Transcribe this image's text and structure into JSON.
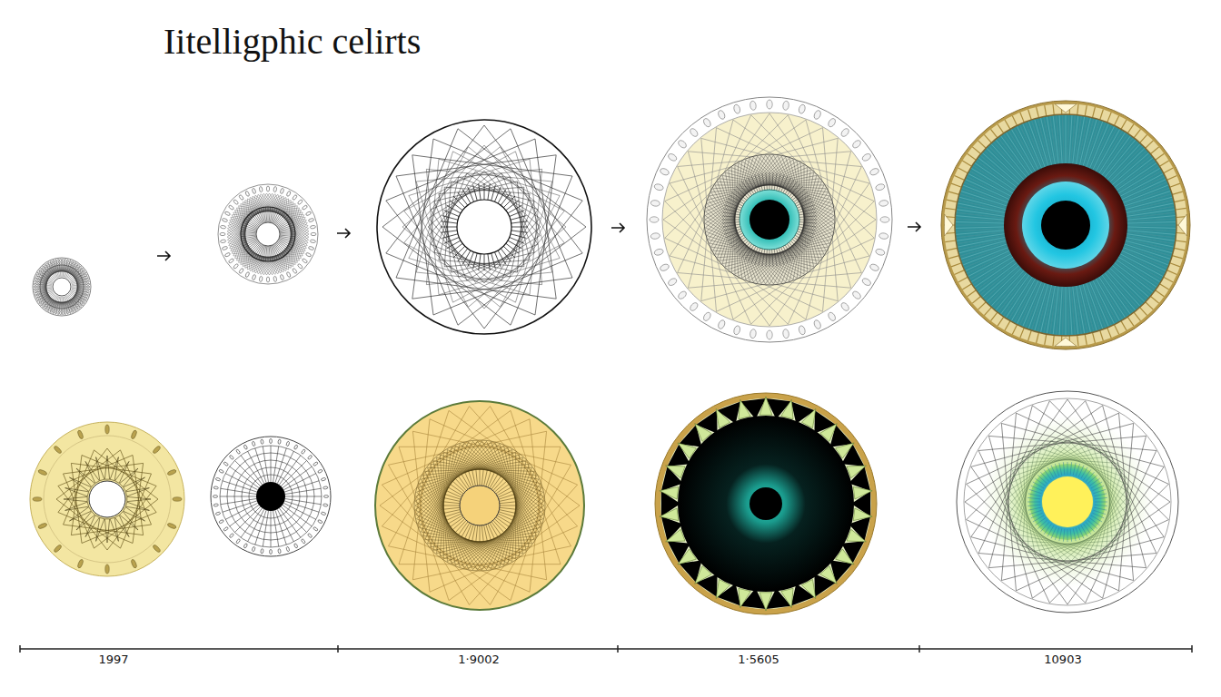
{
  "diagram": {
    "title": "Iitelligphic celirts",
    "labels": [
      "1997",
      "1·9002",
      "1·5605",
      "10903"
    ]
  }
}
